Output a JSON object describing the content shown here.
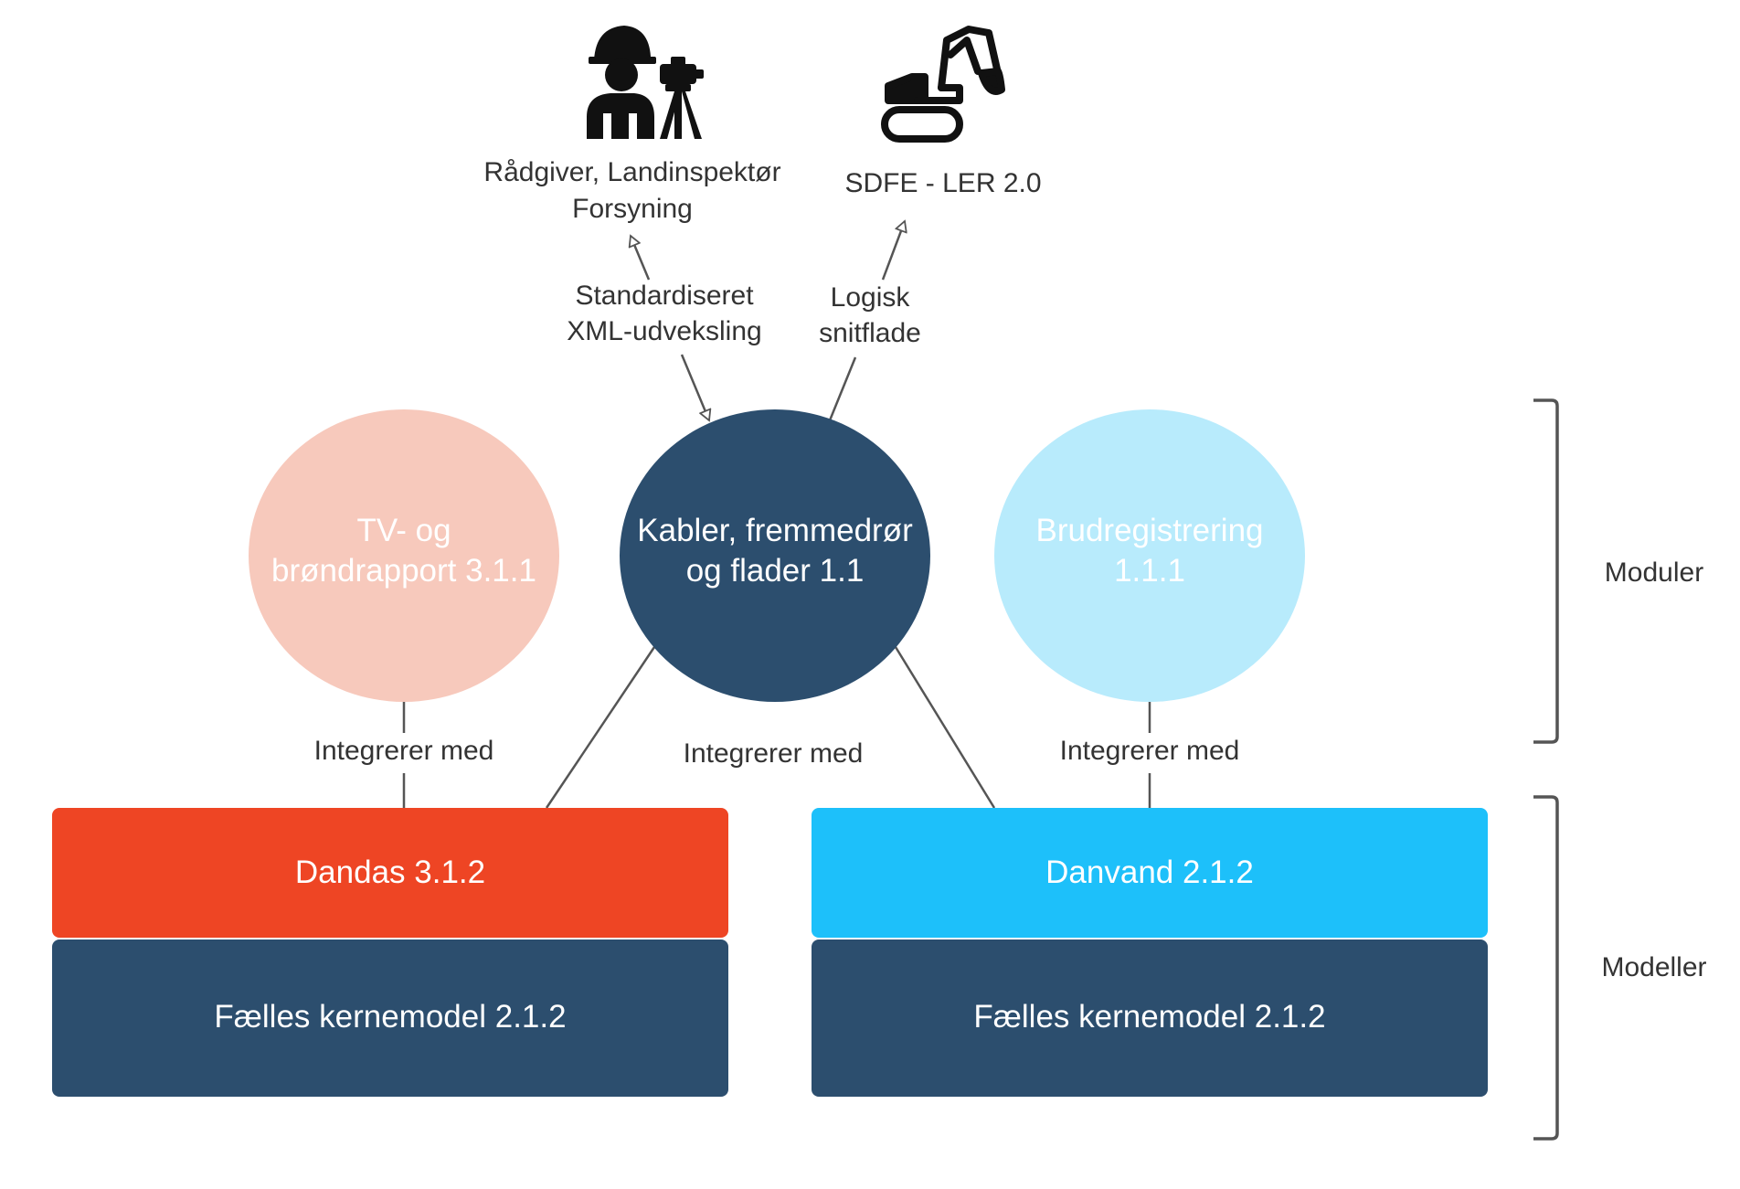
{
  "actors": {
    "advisor": {
      "icon": "surveyor-with-theodolite-icon",
      "line1": "Rådgiver, Landinspektør",
      "line2": "Forsyning"
    },
    "sdfe": {
      "icon": "excavator-icon",
      "label": "SDFE - LER 2.0"
    }
  },
  "connectors": {
    "xml": {
      "line1": "Standardiseret",
      "line2": "XML-udveksling"
    },
    "logical": {
      "line1": "Logisk",
      "line2": "snitflade"
    },
    "integrate_left": "Integrerer med",
    "integrate_center": "Integrerer med",
    "integrate_right": "Integrerer med"
  },
  "modules": {
    "tv": {
      "line1": "TV- og",
      "line2": "brøndrapport 3.1.1",
      "color": "#F7C9BC"
    },
    "kabler": {
      "line1": "Kabler, fremmedrør",
      "line2": "og flader 1.1",
      "color": "#2C4E6E"
    },
    "brud": {
      "line1": "Brudregistrering",
      "line2": "1.1.1",
      "color": "#B8EBFC"
    }
  },
  "models": {
    "dandas": {
      "label": "Dandas 3.1.2",
      "color": "#EE4524"
    },
    "danvand": {
      "label": "Danvand 2.1.2",
      "color": "#1DC0FA"
    },
    "core_left": {
      "label": "Fælles kernemodel 2.1.2",
      "color": "#2C4E6E"
    },
    "core_right": {
      "label": "Fælles kernemodel 2.1.2",
      "color": "#2C4E6E"
    }
  },
  "brackets": {
    "modules": "Moduler",
    "models": "Modeller"
  }
}
